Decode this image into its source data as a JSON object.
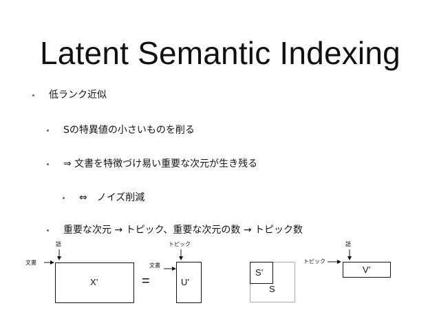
{
  "title": "Latent Semantic Indexing",
  "bullets": {
    "b1": "低ランク近似",
    "b2": "Sの特異値の小さいものを削る",
    "b3": "⇒ 文書を特徴づけ易い重要な次元が生き残る",
    "b4": "⇔　ノイズ削減",
    "b5": "重要な次元 → トピック、重要な次元の数 → トピック数"
  },
  "diagram": {
    "x": {
      "label": "X’",
      "row_label": "文書",
      "col_label": "語"
    },
    "equals": "=",
    "u": {
      "label": "U’",
      "row_label": "文書",
      "col_label": "トピック"
    },
    "s": {
      "outer_label": "S",
      "inner_label": "S’"
    },
    "v": {
      "label": "V’",
      "row_label": "トピック",
      "col_label": "語"
    }
  }
}
